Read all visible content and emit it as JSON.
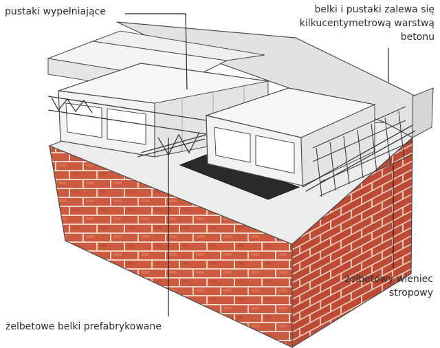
{
  "labels": {
    "filling_blocks": "pustaki wypełniające",
    "concrete_layer": [
      "belki i pustaki zalewa się",
      "kilkucentymetrową warstwą",
      "betonu"
    ],
    "ring_beam": [
      "żelbetowy wieniec",
      "stropowy"
    ],
    "prefab_beams": "żelbetowe belki prefabrykowane"
  },
  "colors": {
    "brick": "#c9553d",
    "brick_light": "#e0866c",
    "mortar": "#f0d2c4",
    "concrete": "#ebebeb",
    "block": "#f6f6f6",
    "line": "#4a4a4a",
    "gap": "#2a2a2a",
    "label_text": "#2e2e2e"
  }
}
